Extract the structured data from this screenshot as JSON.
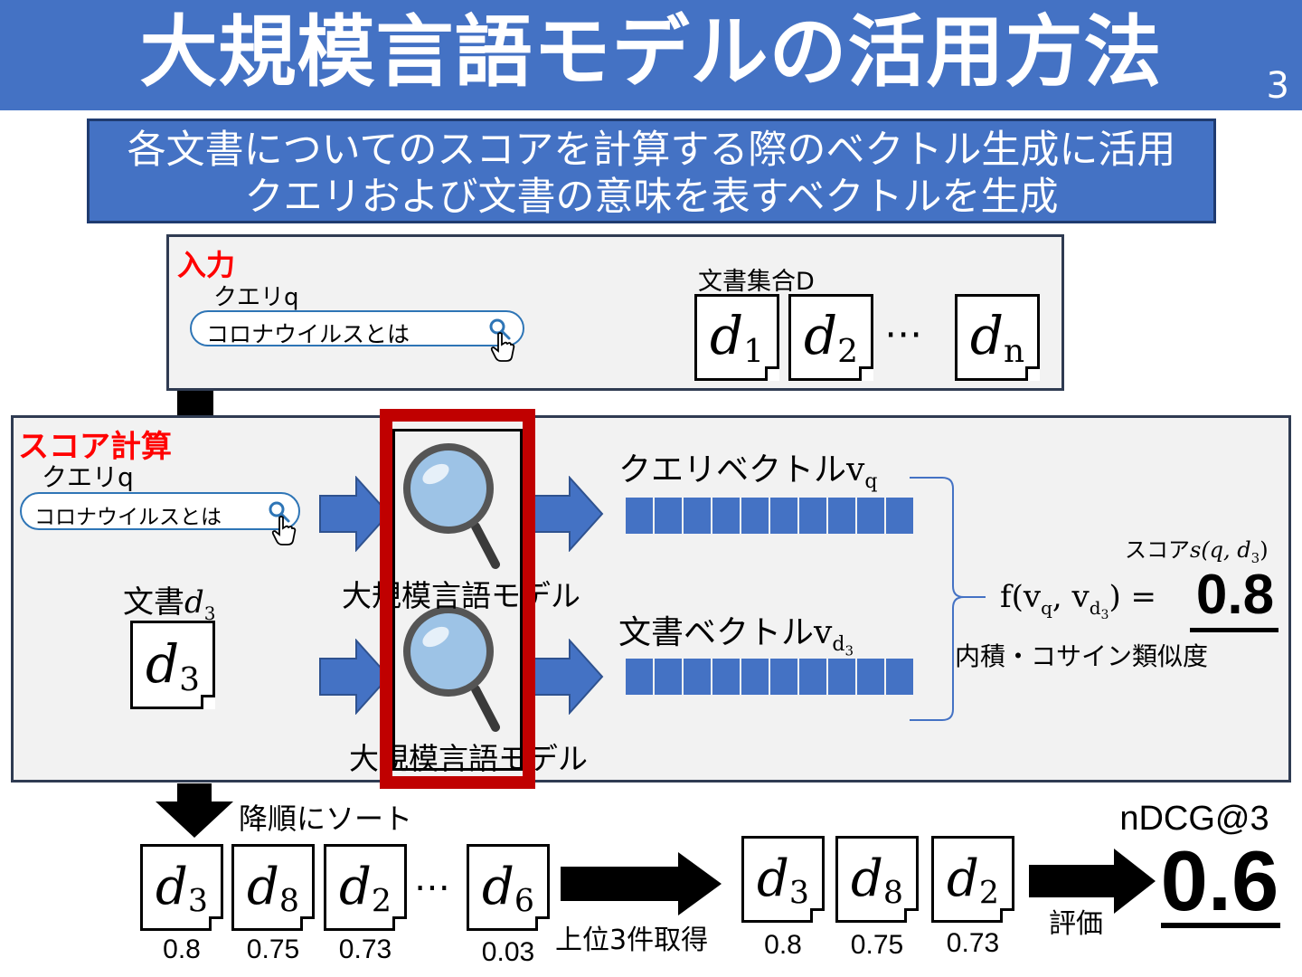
{
  "title": "大規模言語モデルの活用方法",
  "page_number": "3",
  "subtitle": {
    "line1": "各文書についてのスコアを計算する際のベクトル生成に活用",
    "line2": "クエリおよび文書の意味を表すベクトルを生成"
  },
  "input_panel": {
    "label": "入力",
    "query_label": "クエリq",
    "query_text": "コロナウイルスとは",
    "doc_set_label": "文書集合D",
    "docs": [
      {
        "letter": "d",
        "sub": "1"
      },
      {
        "letter": "d",
        "sub": "2"
      },
      {
        "letter": "d",
        "sub": "n"
      }
    ],
    "ellipsis": "⋯"
  },
  "score_panel": {
    "label": "スコア計算",
    "query_label": "クエリq",
    "query_text": "コロナウイルスとは",
    "doc_label": "文書",
    "doc_var": "d",
    "doc_var_sub": "3",
    "doc_icon": {
      "letter": "d",
      "sub": "3"
    },
    "model_label_1": "大規模言語モデル",
    "model_label_2": "大規模言語モデル",
    "query_vector_label": "クエリベクトル",
    "query_vector_var": "v",
    "query_vector_sub": "q",
    "doc_vector_label": "文書ベクトル",
    "doc_vector_var": "v",
    "doc_vector_sub": "d",
    "doc_vector_subsub": "3",
    "score_label": "スコア",
    "score_formula": "s(q, d",
    "score_formula_sub": "3",
    "score_formula_close": ")",
    "function_text": "f(v",
    "function_sub_q": "q",
    "function_mid": ", v",
    "function_sub_d": "d",
    "function_sub_3": "3",
    "function_close": ") =",
    "score_value": "0.8",
    "similarity_label": "内積・コサイン類似度"
  },
  "ranking": {
    "sort_label": "降順にソート",
    "docs": [
      {
        "letter": "d",
        "sub": "3",
        "score": "0.8"
      },
      {
        "letter": "d",
        "sub": "8",
        "score": "0.75"
      },
      {
        "letter": "d",
        "sub": "2",
        "score": "0.73"
      },
      {
        "letter": "d",
        "sub": "6",
        "score": "0.03"
      }
    ],
    "ellipsis": "⋯",
    "topk_label": "上位3件取得",
    "top_docs": [
      {
        "letter": "d",
        "sub": "3",
        "score": "0.8"
      },
      {
        "letter": "d",
        "sub": "8",
        "score": "0.75"
      },
      {
        "letter": "d",
        "sub": "2",
        "score": "0.73"
      }
    ],
    "eval_label": "評価",
    "metric_label": "nDCG@3",
    "metric_value": "0.6"
  },
  "colors": {
    "accent_blue": "#4472c4",
    "highlight_red": "#c00000",
    "label_red": "#ff0000",
    "panel_gray": "#f2f2f2"
  },
  "icons": {
    "magnifier": "magnifier-icon",
    "search": "search-icon",
    "cursor": "hand-cursor-icon",
    "arrow": "arrow-right-icon"
  }
}
